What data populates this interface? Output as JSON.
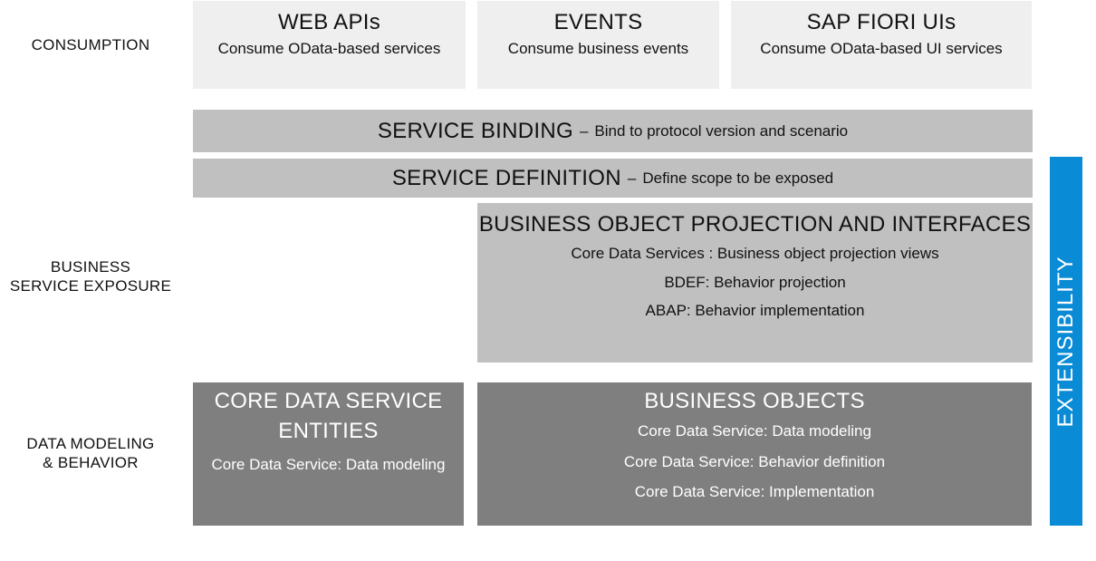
{
  "layers": {
    "consumption": [
      "CONSUMPTION"
    ],
    "exposure": [
      "BUSINESS",
      "SERVICE EXPOSURE"
    ],
    "modeling": [
      "DATA MODELING",
      "& BEHAVIOR"
    ]
  },
  "consumption": {
    "web_apis": {
      "title": "WEB APIs",
      "desc": "Consume OData-based services"
    },
    "events": {
      "title": "EVENTS",
      "desc": "Consume business events"
    },
    "fiori": {
      "title": "SAP FIORI UIs",
      "desc": "Consume OData-based UI services"
    }
  },
  "service_binding": {
    "title": "SERVICE BINDING",
    "sep": "–",
    "desc": "Bind to protocol version and scenario"
  },
  "service_definition": {
    "title": "SERVICE DEFINITION",
    "sep": "–",
    "desc": "Define scope to be exposed"
  },
  "projection": {
    "title": "BUSINESS OBJECT PROJECTION AND INTERFACES",
    "lines": [
      "Core Data Services : Business object projection views",
      "BDEF: Behavior projection",
      "ABAP: Behavior implementation"
    ]
  },
  "cds_entities": {
    "title_lines": [
      "CORE DATA SERVICE",
      "ENTITIES"
    ],
    "desc": "Core Data Service: Data modeling"
  },
  "business_objects": {
    "title": "BUSINESS OBJECTS",
    "lines": [
      "Core Data Service: Data modeling",
      "Core Data Service: Behavior definition",
      "Core Data Service: Implementation"
    ]
  },
  "extensibility": {
    "label": "EXTENSIBILITY",
    "color": "#0a8bd6"
  },
  "colors": {
    "light": "#efefef",
    "mid": "#c0c0c0",
    "dark": "#7f7f7f"
  }
}
